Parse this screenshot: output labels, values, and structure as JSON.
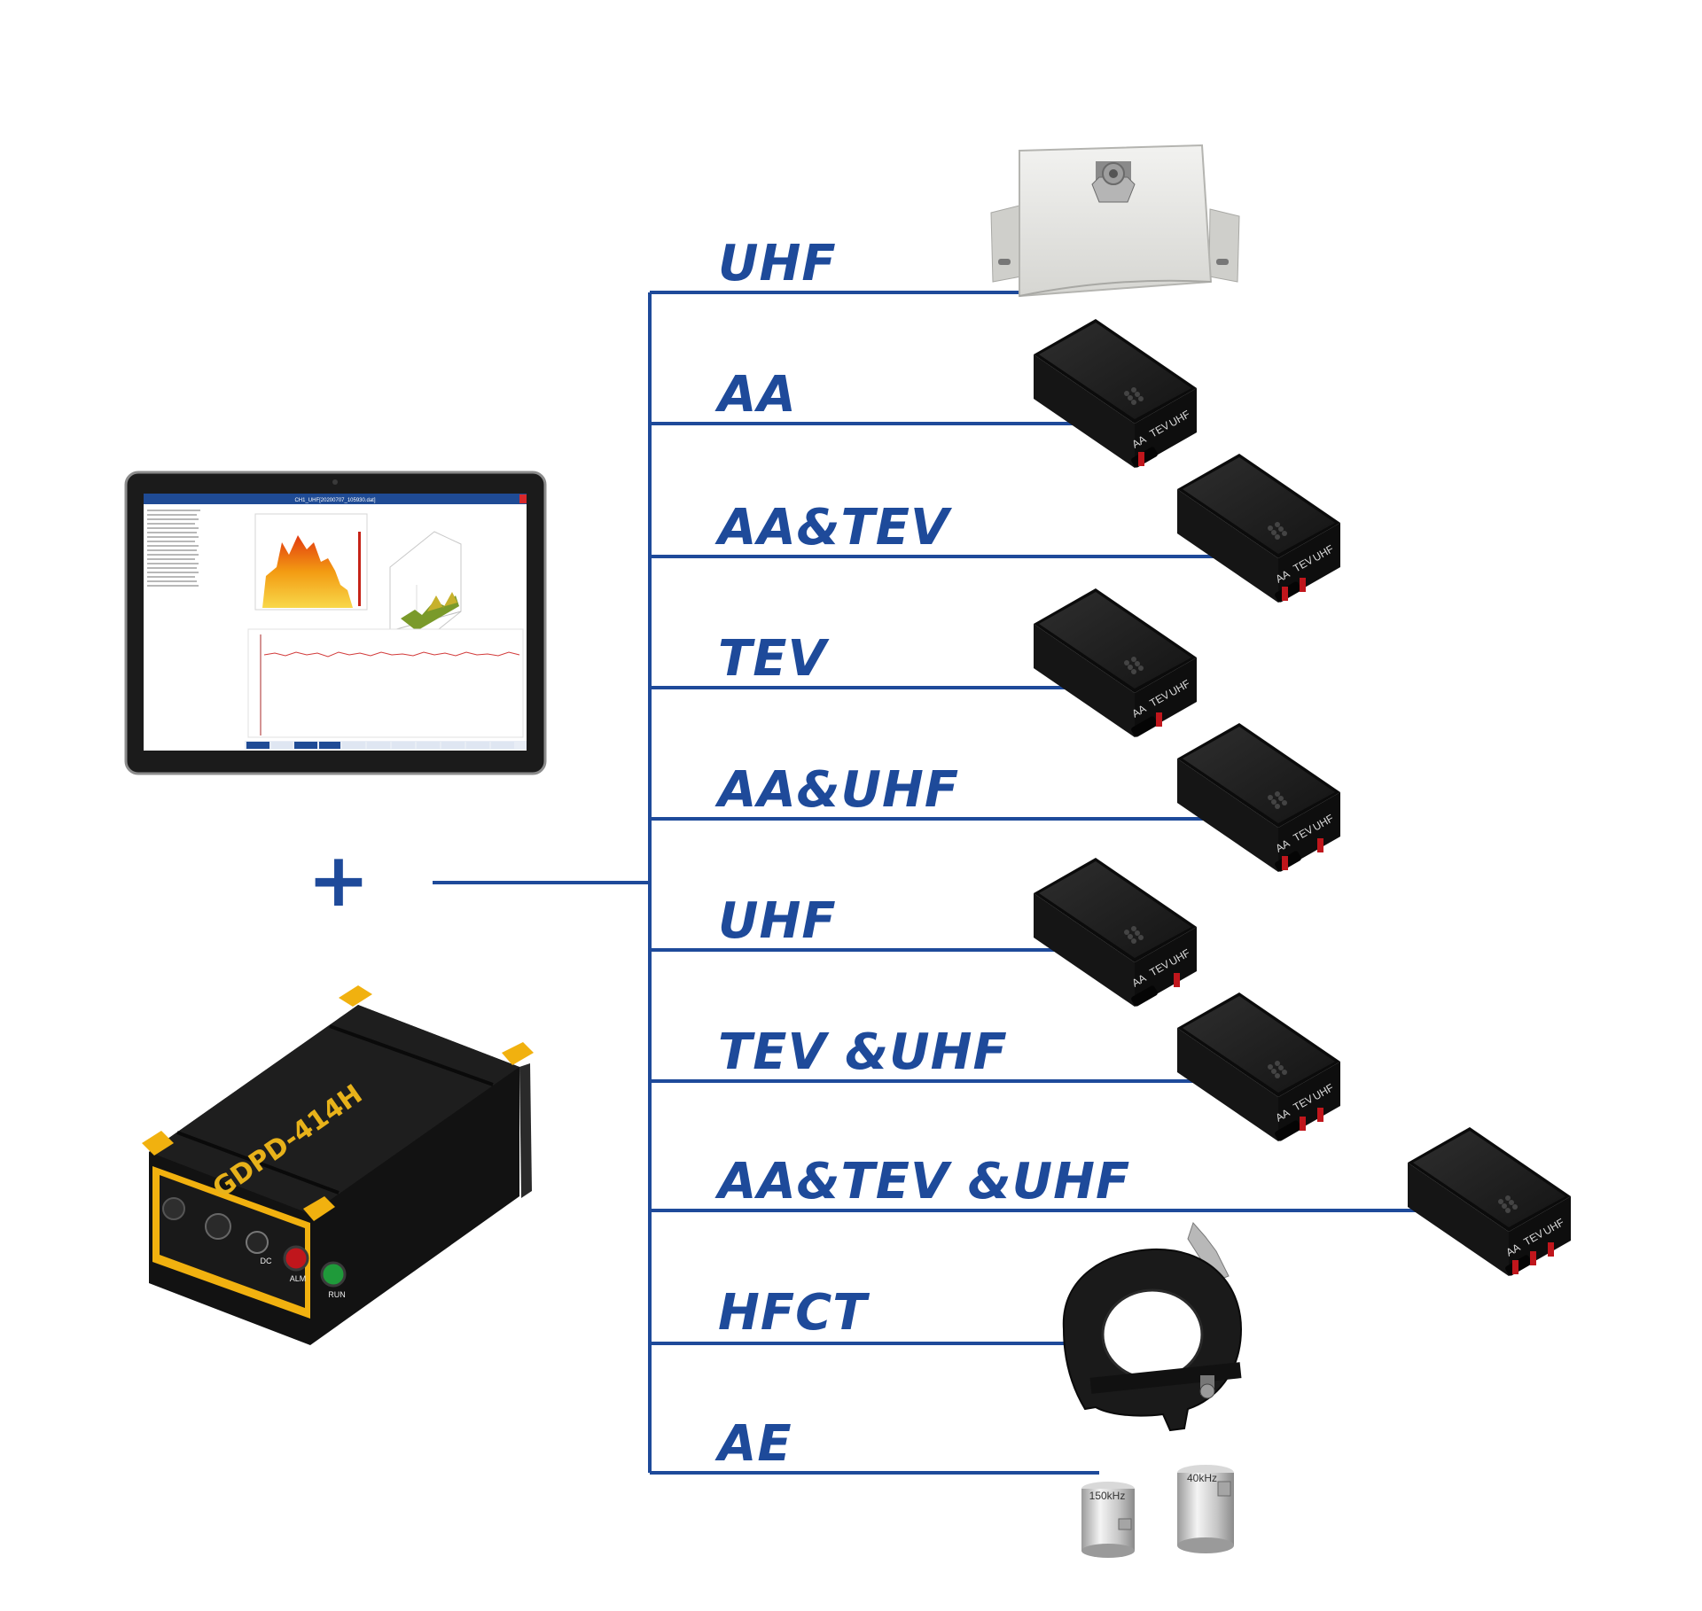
{
  "colors": {
    "brand_blue": "#1e4a9a",
    "sensor_body": "#1a1a1a",
    "connector_red": "#c0161c",
    "device_yellow": "#f1b10f"
  },
  "plus_symbol": "+",
  "tablet": {
    "title": "CH1_UHF[20200707_105930.dat]"
  },
  "main_device": {
    "model": "GDPD-414H",
    "ports": [
      "DC",
      "ALM",
      "RUN"
    ]
  },
  "sensor_connector_labels": [
    "AA",
    "TEV",
    "UHF"
  ],
  "branches": [
    {
      "label": "UHF",
      "device": "uhf-antenna-box"
    },
    {
      "label": "AA",
      "device": "sensor-module"
    },
    {
      "label": "AA&TEV",
      "device": "sensor-module"
    },
    {
      "label": "TEV",
      "device": "sensor-module"
    },
    {
      "label": "AA&UHF",
      "device": "sensor-module"
    },
    {
      "label": "UHF",
      "device": "sensor-module"
    },
    {
      "label": "TEV &UHF",
      "device": "sensor-module"
    },
    {
      "label": "AA&TEV &UHF",
      "device": "sensor-module"
    },
    {
      "label": "HFCT",
      "device": "hfct-clamp"
    },
    {
      "label": "AE",
      "device": "ae-probes"
    }
  ],
  "ae_probes": [
    "150kHz",
    "40kHz"
  ]
}
